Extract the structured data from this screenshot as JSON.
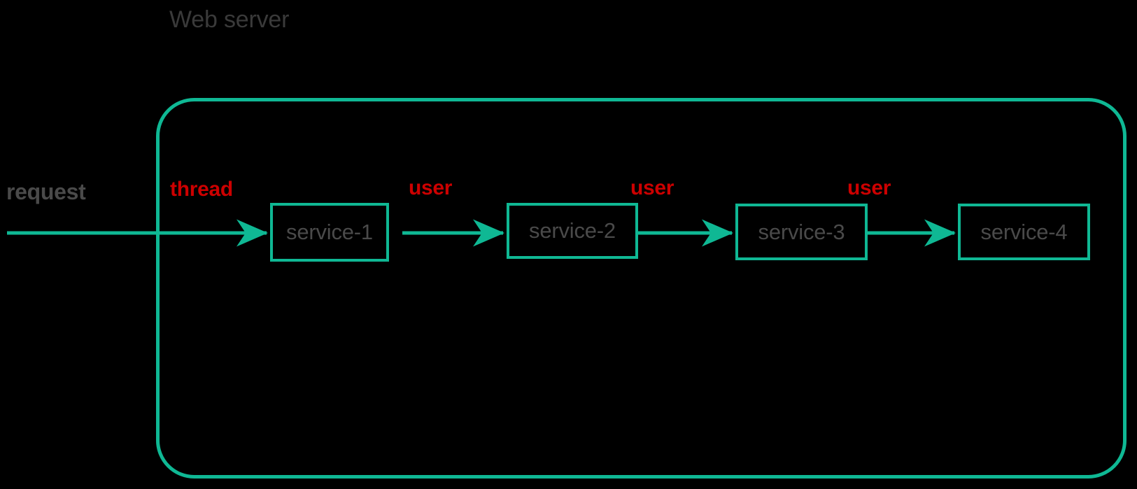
{
  "diagram": {
    "type": "flow-diagram",
    "background_color": "#000000",
    "accent_color": "#0fb894",
    "label_color": "#4a4a4a",
    "highlight_color": "#cc0000",
    "title": "Web server",
    "boundary": {
      "name": "web-server-boundary",
      "shape": "rounded-rectangle",
      "stroke_color": "#0fb894"
    },
    "entry": {
      "label": "request",
      "arrow_label": "thread"
    },
    "nodes": [
      {
        "id": "service-1",
        "label": "service-1"
      },
      {
        "id": "service-2",
        "label": "service-2"
      },
      {
        "id": "service-3",
        "label": "service-3"
      },
      {
        "id": "service-4",
        "label": "service-4"
      }
    ],
    "edges": [
      {
        "from": "request",
        "to": "service-1",
        "label": "thread"
      },
      {
        "from": "service-1",
        "to": "service-2",
        "label": "user"
      },
      {
        "from": "service-2",
        "to": "service-3",
        "label": "user"
      },
      {
        "from": "service-3",
        "to": "service-4",
        "label": "user"
      }
    ],
    "edge_labels": [
      "user",
      "user",
      "user"
    ]
  }
}
